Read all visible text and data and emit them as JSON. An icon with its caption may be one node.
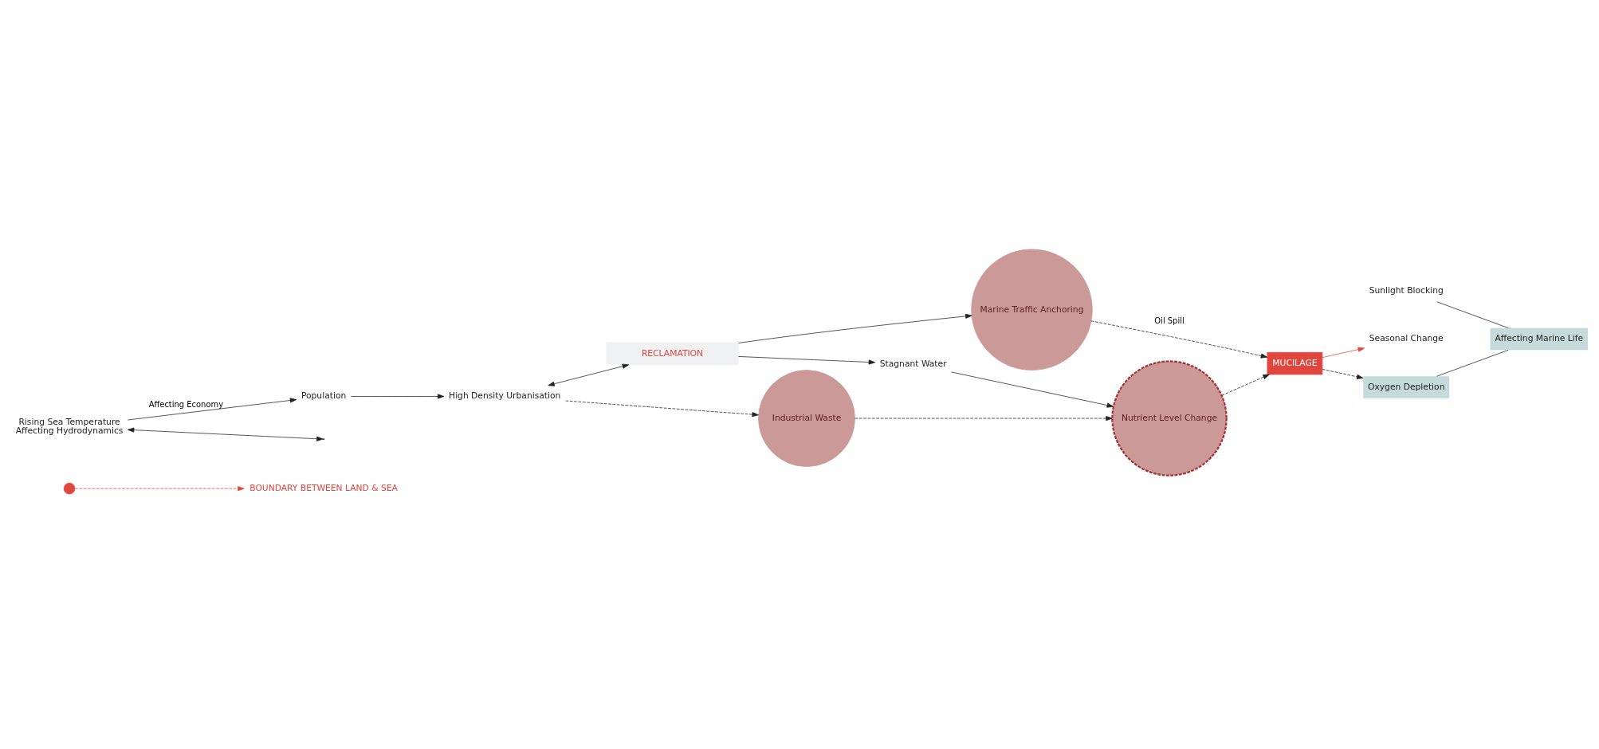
{
  "diagram": {
    "nodes": [
      {
        "text": [
          "BOUNDARY BETWEEN LAND & SEA"
        ]
      },
      {
        "text": [
          "Population"
        ]
      },
      {
        "text": [
          "Marine Traffic Anchoring"
        ]
      },
      {
        "text": [
          "Rising Sea Temperature",
          "Affecting Hydrodynamics"
        ]
      },
      {
        "text": [
          "High Density Urbanisation"
        ]
      },
      {
        "text": [
          "RECLAMATION"
        ]
      },
      {
        "text": [
          "Stagnant Water"
        ]
      },
      {
        "text": [
          "Seasonal Change"
        ]
      },
      {
        "text": [
          "Sunlight Blocking"
        ]
      },
      {
        "text": [
          "Affecting Marine Life"
        ]
      },
      {
        "text": [
          "Nutrient Level Change"
        ]
      },
      {
        "text": [
          "MUCILAGE"
        ]
      },
      {
        "text": [
          "Oxygen Depletion"
        ]
      },
      {
        "text": [
          "Industrial Waste"
        ]
      },
      {
        "text": [],
        "shape": "circle"
      }
    ],
    "edges": [
      {
        "from": 14,
        "to": 0,
        "arrow": "to",
        "style": "dashed",
        "color": "#e0463e"
      },
      {
        "from": 3,
        "to": 1,
        "arrow": "to",
        "label": "Affecting Economy"
      },
      {
        "from": 1,
        "to": 4,
        "arrow": "to"
      },
      {
        "from": 4,
        "to": 5,
        "arrow": "both"
      },
      {
        "from": 5,
        "to": 2,
        "arrow": "to"
      },
      {
        "from": 5,
        "to": 6,
        "arrow": "to"
      },
      {
        "from": 6,
        "to": 10,
        "arrow": "to"
      },
      {
        "from": 4,
        "to": 13,
        "arrow": "to",
        "style": "dashed"
      },
      {
        "from": 13,
        "to": 10,
        "arrow": "to",
        "style": "dashed"
      },
      {
        "from": 2,
        "to": 11,
        "arrow": "to",
        "style": "dashed",
        "label": "Oil Spill"
      },
      {
        "from": 10,
        "to": 11,
        "arrow": "to",
        "style": "dashed"
      },
      {
        "from": 11,
        "to": 12,
        "arrow": "to",
        "style": "dashed"
      },
      {
        "from": 11,
        "to": 7,
        "arrow": "to",
        "color": "#e0463e"
      },
      {
        "from": 8,
        "to": 9,
        "arrow": "none"
      },
      {
        "from": 12,
        "to": 9,
        "arrow": "none"
      },
      {
        "from": 3,
        "to": null,
        "arrow": "both"
      }
    ]
  }
}
